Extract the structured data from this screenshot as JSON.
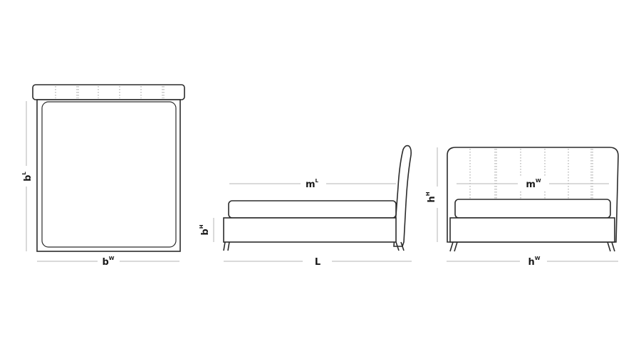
{
  "dimensions": {
    "top_view": {
      "length": {
        "base": "b",
        "sup": "L"
      },
      "width": {
        "base": "b",
        "sup": "W"
      }
    },
    "side_view": {
      "mattress_length": {
        "base": "m",
        "sup": "L"
      },
      "base_height": {
        "base": "b",
        "sup": "H"
      },
      "overall_length": {
        "base": "L",
        "sup": ""
      }
    },
    "front_view": {
      "mattress_width": {
        "base": "m",
        "sup": "W"
      },
      "headboard_height": {
        "base": "h",
        "sup": "H"
      },
      "headboard_width": {
        "base": "h",
        "sup": "W"
      }
    }
  }
}
